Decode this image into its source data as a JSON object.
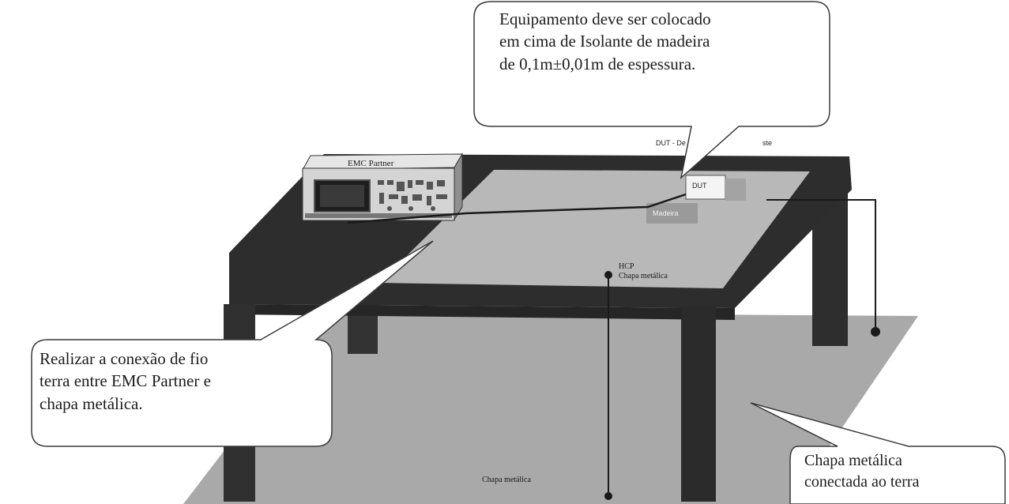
{
  "callouts": {
    "top": {
      "lines": [
        "Equipamento deve ser colocado",
        "em cima de Isolante de madeira",
        "de 0,1m±0,01m de espessura."
      ]
    },
    "left": {
      "lines": [
        "Realizar a conexão de fio",
        "terra entre EMC Partner e",
        "chapa metálica."
      ]
    },
    "bottom_right": {
      "lines": [
        "Chapa metálica",
        "conectada ao terra"
      ]
    }
  },
  "labels": {
    "emc_partner": "EMC Partner",
    "dut_header": "DUT - De",
    "dut_header_tail": "ste",
    "dut_box": "DUT",
    "madeira": "Madeira",
    "hcp": "HCP",
    "chapa_metalica_table": "Chapa metálica",
    "chapa_metalica_floor": "Chapa metálica"
  },
  "colors": {
    "table_dark": "#2f2f2f",
    "table_top_surface": "#b8b8b8",
    "floor_plate": "#a9a9a9",
    "device_body": "#d4d4d4",
    "dut_box": "#f4f4f4",
    "madeira_box": "#9a9a9a",
    "callout_border": "#3a3a3a"
  }
}
